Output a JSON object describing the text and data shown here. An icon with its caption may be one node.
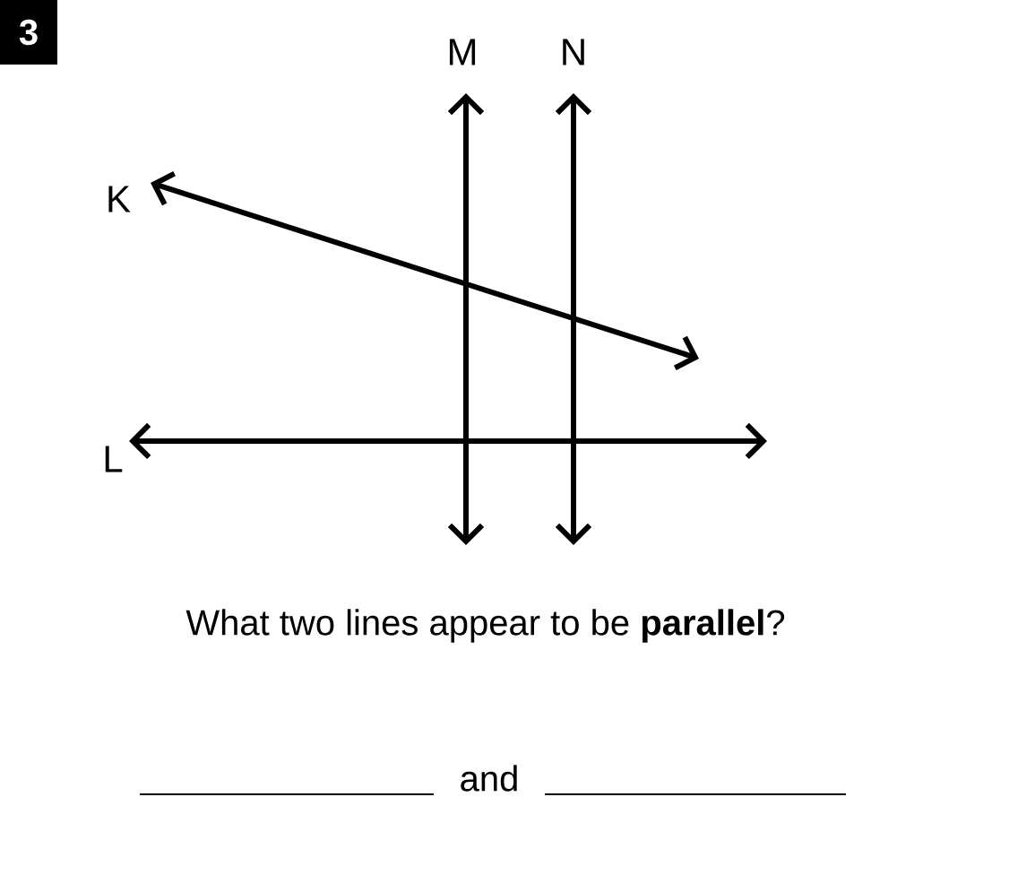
{
  "diagram": {
    "labels": [
      "3",
      "M",
      "N",
      "K",
      "L",
      "What two lines appear to be **parallel**?",
      "and"
    ]
  }
}
